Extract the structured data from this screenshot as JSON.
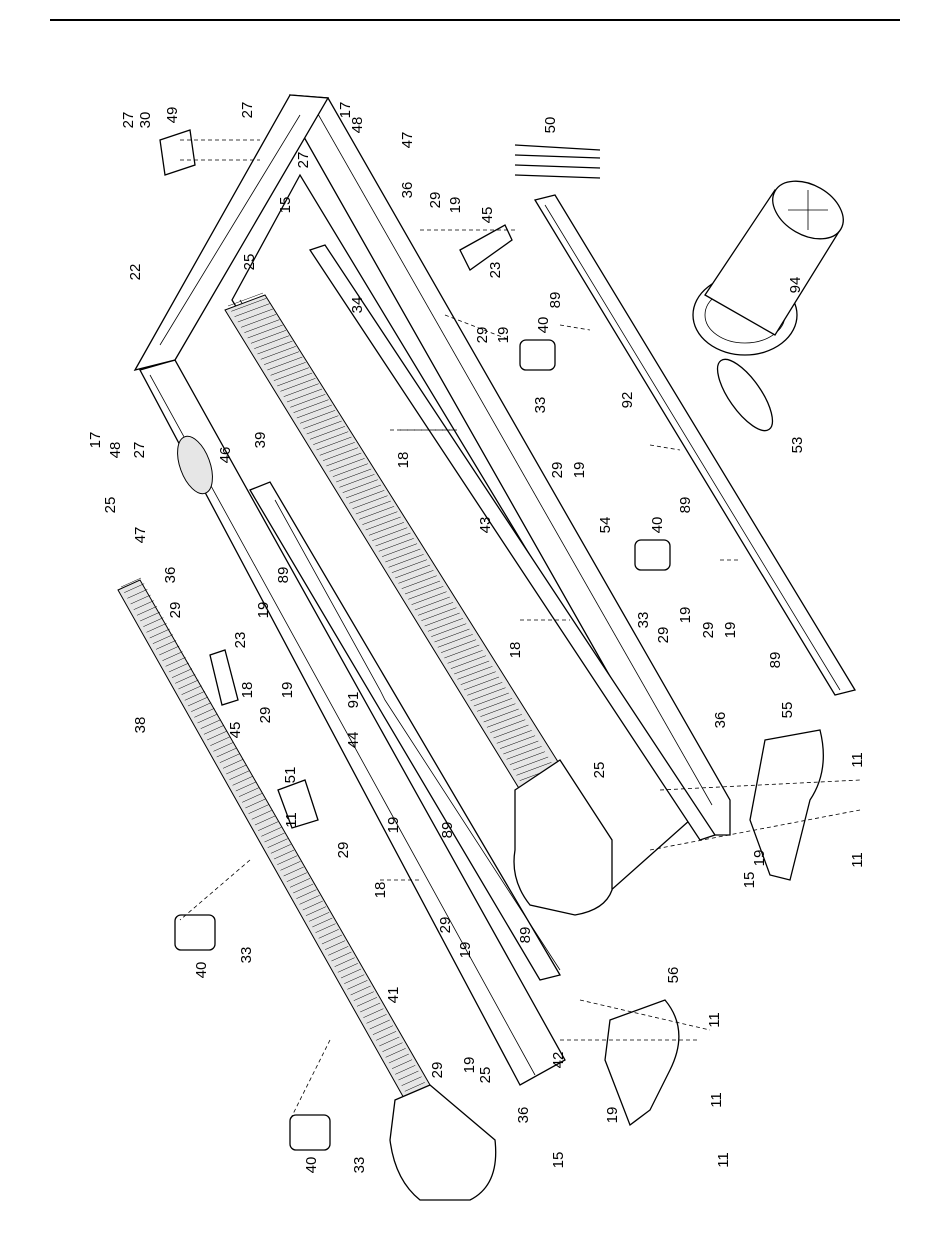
{
  "callouts": [
    {
      "id": "c27a",
      "text": "27"
    },
    {
      "id": "c30",
      "text": "30"
    },
    {
      "id": "c49",
      "text": "49"
    },
    {
      "id": "c27b",
      "text": "27"
    },
    {
      "id": "c17a",
      "text": "17"
    },
    {
      "id": "c48a",
      "text": "48"
    },
    {
      "id": "c47a",
      "text": "47"
    },
    {
      "id": "c27c",
      "text": "27"
    },
    {
      "id": "c15a",
      "text": "15"
    },
    {
      "id": "c36a",
      "text": "36"
    },
    {
      "id": "c29a",
      "text": "29"
    },
    {
      "id": "c19a",
      "text": "19"
    },
    {
      "id": "c45a",
      "text": "45"
    },
    {
      "id": "c23a",
      "text": "23"
    },
    {
      "id": "c50",
      "text": "50"
    },
    {
      "id": "c22",
      "text": "22"
    },
    {
      "id": "c25a",
      "text": "25"
    },
    {
      "id": "c34",
      "text": "34"
    },
    {
      "id": "c89a",
      "text": "89"
    },
    {
      "id": "c94",
      "text": "94"
    },
    {
      "id": "c29b",
      "text": "29"
    },
    {
      "id": "c19b",
      "text": "19"
    },
    {
      "id": "c40a",
      "text": "40"
    },
    {
      "id": "c17b",
      "text": "17"
    },
    {
      "id": "c48b",
      "text": "48"
    },
    {
      "id": "c27d",
      "text": "27"
    },
    {
      "id": "c46",
      "text": "46"
    },
    {
      "id": "c39",
      "text": "39"
    },
    {
      "id": "c18a",
      "text": "18"
    },
    {
      "id": "c33a",
      "text": "33"
    },
    {
      "id": "c92",
      "text": "92"
    },
    {
      "id": "c53",
      "text": "53"
    },
    {
      "id": "c25b",
      "text": "25"
    },
    {
      "id": "c47b",
      "text": "47"
    },
    {
      "id": "c43",
      "text": "43"
    },
    {
      "id": "c29c",
      "text": "29"
    },
    {
      "id": "c19c",
      "text": "19"
    },
    {
      "id": "c54",
      "text": "54"
    },
    {
      "id": "c89b",
      "text": "89"
    },
    {
      "id": "c36b",
      "text": "36"
    },
    {
      "id": "c89c",
      "text": "89"
    },
    {
      "id": "c40b",
      "text": "40"
    },
    {
      "id": "c29d",
      "text": "29"
    },
    {
      "id": "c19d",
      "text": "19"
    },
    {
      "id": "c18b",
      "text": "18"
    },
    {
      "id": "c33b",
      "text": "33"
    },
    {
      "id": "c29e",
      "text": "29"
    },
    {
      "id": "c19e",
      "text": "19"
    },
    {
      "id": "c23b",
      "text": "23"
    },
    {
      "id": "c18c",
      "text": "18"
    },
    {
      "id": "c19f",
      "text": "19"
    },
    {
      "id": "c29f",
      "text": "29"
    },
    {
      "id": "c29g",
      "text": "29"
    },
    {
      "id": "c19g",
      "text": "19"
    },
    {
      "id": "c89d",
      "text": "89"
    },
    {
      "id": "c38",
      "text": "38"
    },
    {
      "id": "c45b",
      "text": "45"
    },
    {
      "id": "c91",
      "text": "91"
    },
    {
      "id": "c44",
      "text": "44"
    },
    {
      "id": "c55",
      "text": "55"
    },
    {
      "id": "c36c",
      "text": "36"
    },
    {
      "id": "c25c",
      "text": "25"
    },
    {
      "id": "c51",
      "text": "51"
    },
    {
      "id": "c11a",
      "text": "11"
    },
    {
      "id": "c11b",
      "text": "11"
    },
    {
      "id": "c29h",
      "text": "29"
    },
    {
      "id": "c19h",
      "text": "19"
    },
    {
      "id": "c89e",
      "text": "89"
    },
    {
      "id": "c18d",
      "text": "18"
    },
    {
      "id": "c19i",
      "text": "19"
    },
    {
      "id": "c15b",
      "text": "15"
    },
    {
      "id": "c11c",
      "text": "11"
    },
    {
      "id": "c40c",
      "text": "40"
    },
    {
      "id": "c33c",
      "text": "33"
    },
    {
      "id": "c29i",
      "text": "29"
    },
    {
      "id": "c19j",
      "text": "19"
    },
    {
      "id": "c89f",
      "text": "89"
    },
    {
      "id": "c41",
      "text": "41"
    },
    {
      "id": "c56",
      "text": "56"
    },
    {
      "id": "c11d",
      "text": "11"
    },
    {
      "id": "c29j",
      "text": "29"
    },
    {
      "id": "c19k",
      "text": "19"
    },
    {
      "id": "c42",
      "text": "42"
    },
    {
      "id": "c25d",
      "text": "25"
    },
    {
      "id": "c11e",
      "text": "11"
    },
    {
      "id": "c40d",
      "text": "40"
    },
    {
      "id": "c33d",
      "text": "33"
    },
    {
      "id": "c36d",
      "text": "36"
    },
    {
      "id": "c19l",
      "text": "19"
    },
    {
      "id": "c11f",
      "text": "11"
    },
    {
      "id": "c15c",
      "text": "15"
    }
  ]
}
